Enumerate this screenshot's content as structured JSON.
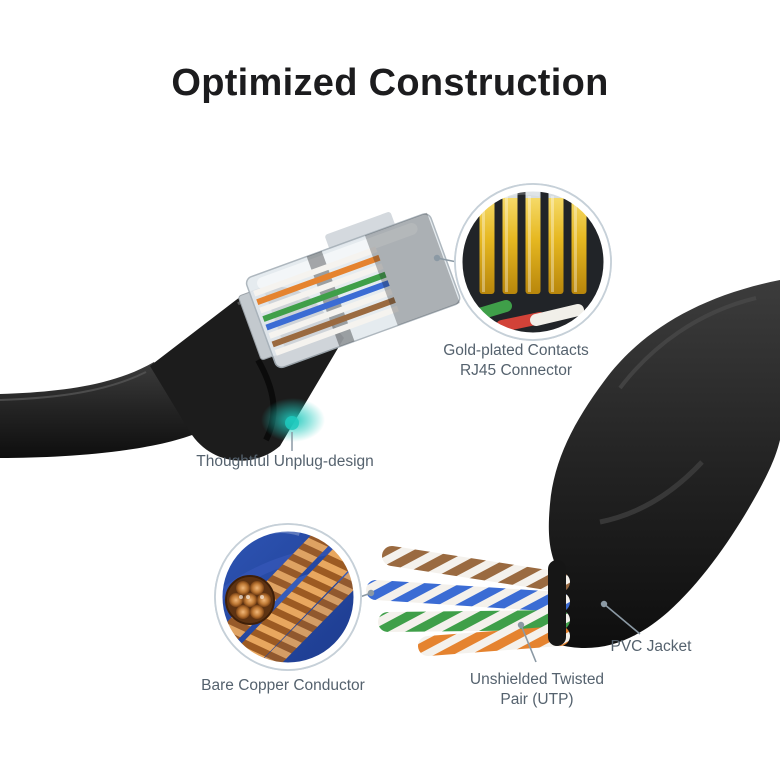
{
  "title": "Optimized Construction",
  "labels": {
    "gold_contacts": "Gold-plated Contacts\nRJ45 Connector",
    "unplug": "Thoughtful Unplug-design",
    "copper": "Bare Copper Conductor",
    "utp": "Unshielded Twisted\nPair (UTP)",
    "pvc": "PVC Jacket"
  },
  "icons": {
    "rj45_callout": "magnifier-circle-gold-contacts",
    "copper_callout": "magnifier-circle-copper-strands",
    "unplug_glow": "teal-highlight-dot"
  },
  "colors": {
    "title": "#1c1c1e",
    "label": "#55626e",
    "cable": "#232323",
    "gold": "#e6b821",
    "teal": "#1fc9bd",
    "copper": "#c07a36",
    "wire_orange": "#e5832f",
    "wire_blue": "#3b6cd4",
    "wire_green": "#3f9f49",
    "wire_brown": "#9a6a40",
    "deep_blue": "#1c3a8c",
    "ring": "#c6d0d8",
    "leader": "#8b99a4"
  }
}
